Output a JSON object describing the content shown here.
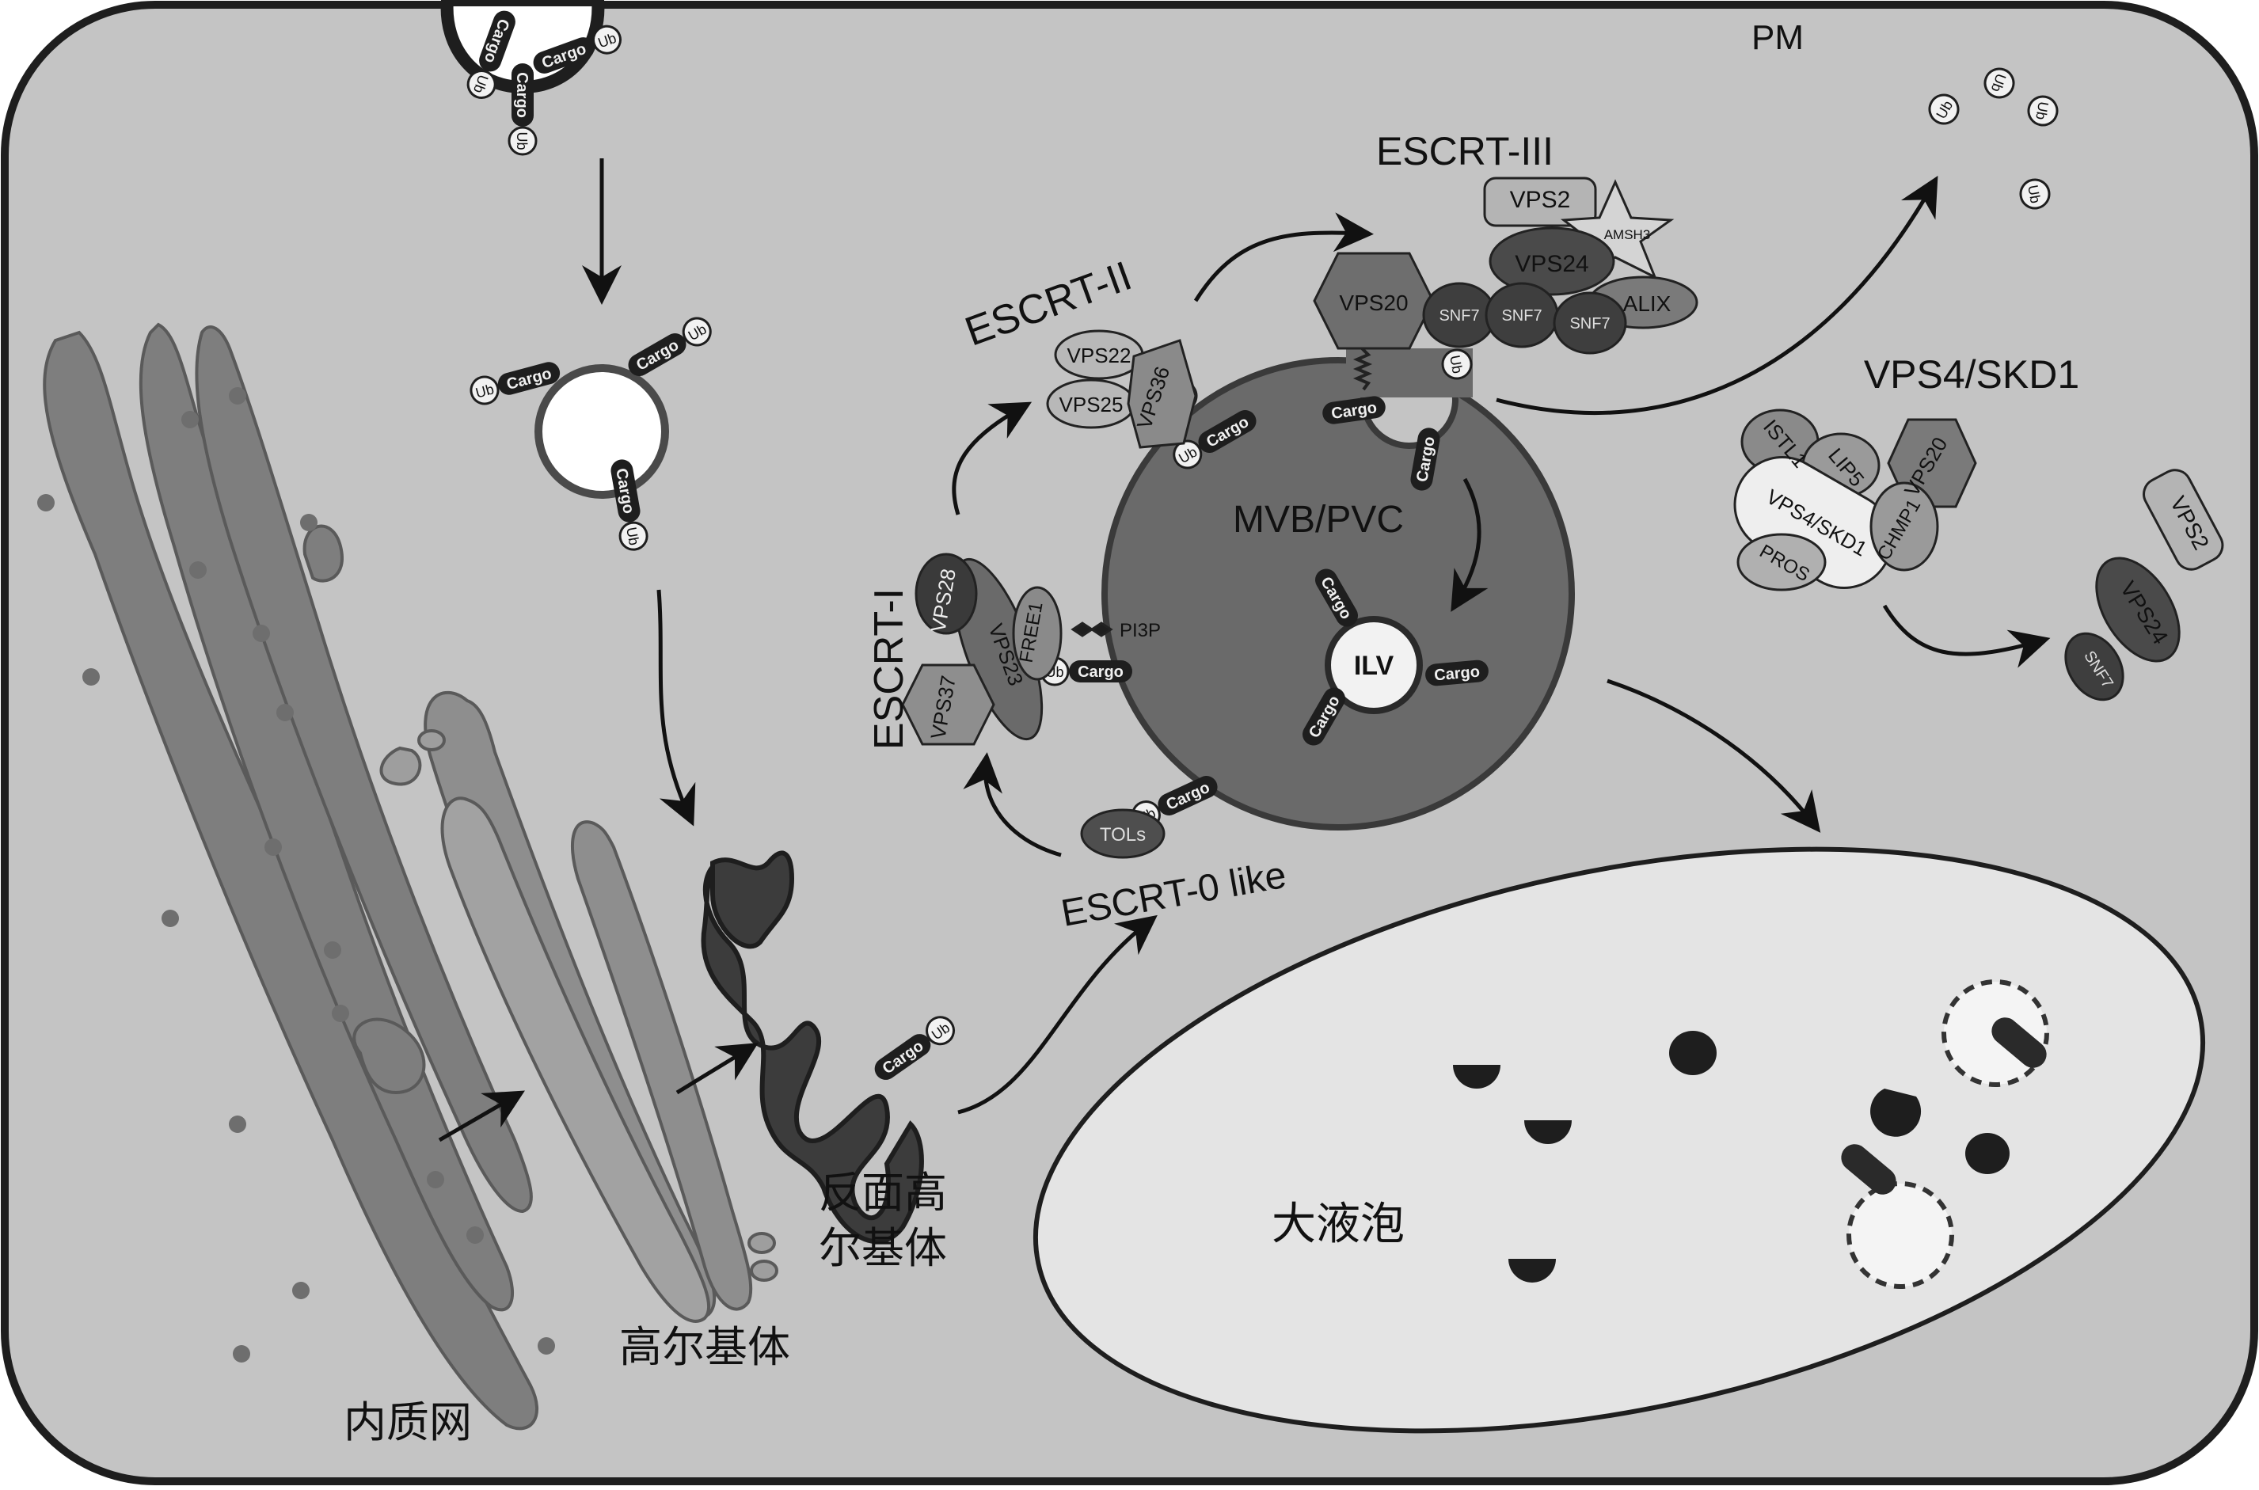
{
  "labels": {
    "pm": "PM",
    "escrt3": "ESCRT-III",
    "escrt2": "ESCRT-II",
    "escrt1": "ESCRT-I",
    "escrt0": "ESCRT-0 like",
    "mvb": "MVB/PVC",
    "ilv": "ILV",
    "vps4_title": "VPS4/SKD1",
    "tgn": [
      "反面高",
      "尔基体"
    ],
    "golgi": "高尔基体",
    "er": "内质网",
    "vacuole": "大液泡"
  },
  "tags": {
    "cargo": "Cargo",
    "ub": "Ub"
  },
  "proteins": {
    "vps2": "VPS2",
    "vps24": "VPS24",
    "amsh3": "AMSH3",
    "alix": "ALIX",
    "vps20": "VPS20",
    "snf7": "SNF7",
    "vps22": "VPS22",
    "vps25": "VPS25",
    "vps36": "VPS36",
    "vps28": "VPS28",
    "vps37": "VPS37",
    "vps23": "VPS23",
    "free1": "FREE1",
    "pi3p": "PI3P",
    "tols": "TOLs",
    "istl1": "ISTL1",
    "lip5": "LIP5",
    "vps4skd1": "VPS4/SKD1",
    "pros": "PROS",
    "chmp1": "CHMP1"
  },
  "colors": {
    "cell": "#c4c4c4",
    "outline": "#1e1e1e",
    "er": "#7e7e7e",
    "golgi_light": "#9a9a9a",
    "mvb": "#6a6a6a",
    "vacuole": "#e4e4e4",
    "dark_protein": "#4a4a4a",
    "mid_protein": "#8a8a8a",
    "light_protein": "#b4b4b4"
  }
}
